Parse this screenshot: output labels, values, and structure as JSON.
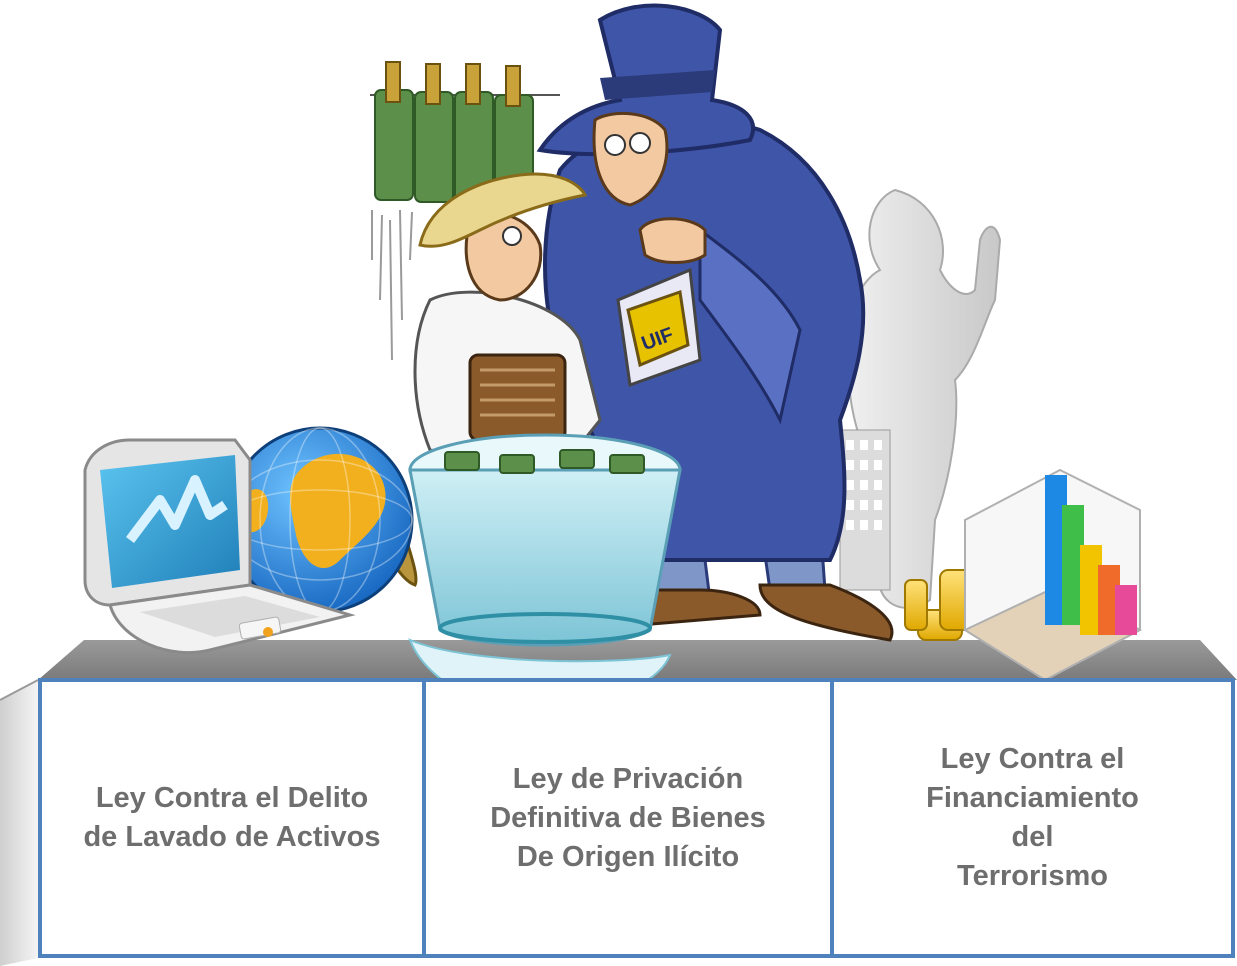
{
  "illustration": {
    "badge_text": "UIF",
    "icons": [
      "laptop-icon",
      "globe-icon",
      "clothesline-money-icon",
      "farmer-figure",
      "detective-figure",
      "bucket-icon",
      "silhouette-figure",
      "coins-icon",
      "bar-chart-icon"
    ]
  },
  "panels": [
    {
      "label": "Ley Contra el Delito\nde Lavado de Activos"
    },
    {
      "label": "Ley de Privación\nDefinitiva de Bienes\nDe Origen Ilícito"
    },
    {
      "label": "Ley Contra el\nFinanciamiento\ndel\nTerrorismo"
    }
  ],
  "colors": {
    "border": "#4f81bd",
    "text": "#6e6e6e",
    "table_top": "#8c8c8c",
    "coat": "#3f55a8"
  }
}
